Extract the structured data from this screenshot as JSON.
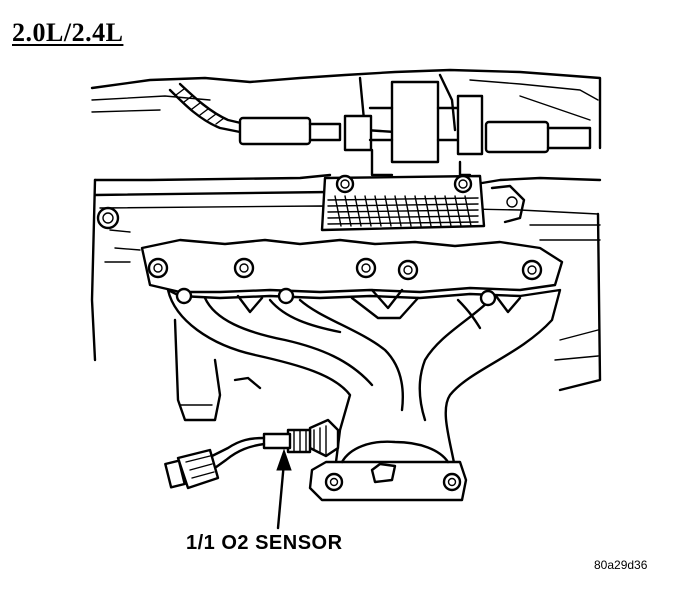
{
  "title": "2.0L/2.4L",
  "callout_label": "1/1 O2 SENSOR",
  "figure_id": "80a29d36"
}
